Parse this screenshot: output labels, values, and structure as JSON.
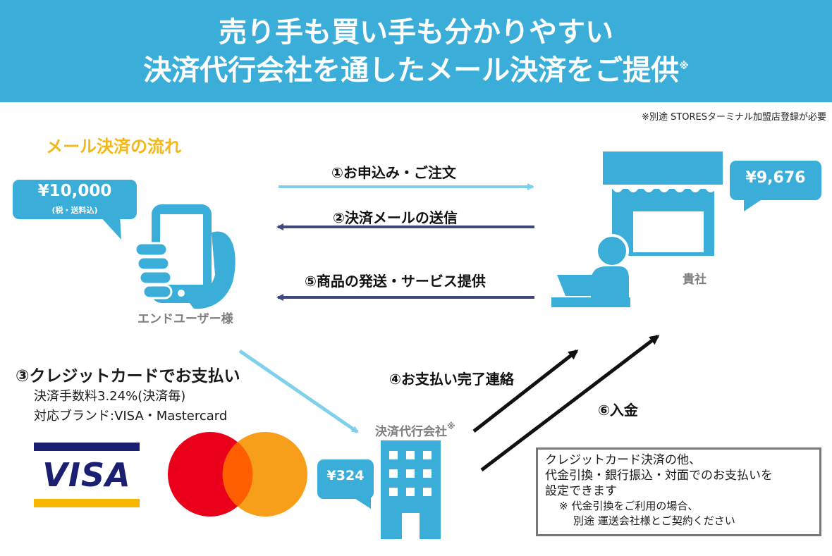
{
  "header": {
    "title_line1": "売り手も買い手も分かりやすい",
    "title_line2": "決済代行会社を通したメール決済をご提供",
    "title_mark": "※"
  },
  "top_note": "※別途 STORESターミナル加盟店登録が必要",
  "flow_heading": "メール決済の流れ",
  "steps": {
    "s1": "①お申込み・ご注文",
    "s2": "②決済メールの送信",
    "s5": "⑤商品の発送・サービス提供",
    "s4": "④お支払い完了連絡",
    "s6": "⑥入金"
  },
  "end_user": {
    "amount": "¥10,000",
    "amount_note": "(税・送料込)",
    "label": "エンドユーザー様"
  },
  "company": {
    "amount": "¥9,676",
    "label": "貴社"
  },
  "processor": {
    "label": "決済代行会社",
    "mark": "※",
    "amount": "¥324"
  },
  "payment": {
    "heading": "③クレジットカードでお支払い",
    "fee": "決済手数料3.24%(決済毎)",
    "brands": "対応ブランド:VISA・Mastercard",
    "visa_logo": "VISA"
  },
  "note_box": {
    "line1": "クレジットカード決済の他、",
    "line2": "代金引換・銀行振込・対面でのお支払いを",
    "line3": "設定できます",
    "line4": "※ 代金引換をご利用の場合、",
    "line5": "別途 運送会社様とご契約ください"
  },
  "colors": {
    "brand_blue": "#3aaed8",
    "flow_yellow": "#f3b817",
    "arrow_light": "#7fd0ea",
    "arrow_dark": "#3e4a7e",
    "visa_navy": "#1a1f71",
    "visa_gold": "#f7b600",
    "mc_red": "#eb001b",
    "mc_orange": "#f79e1b"
  }
}
